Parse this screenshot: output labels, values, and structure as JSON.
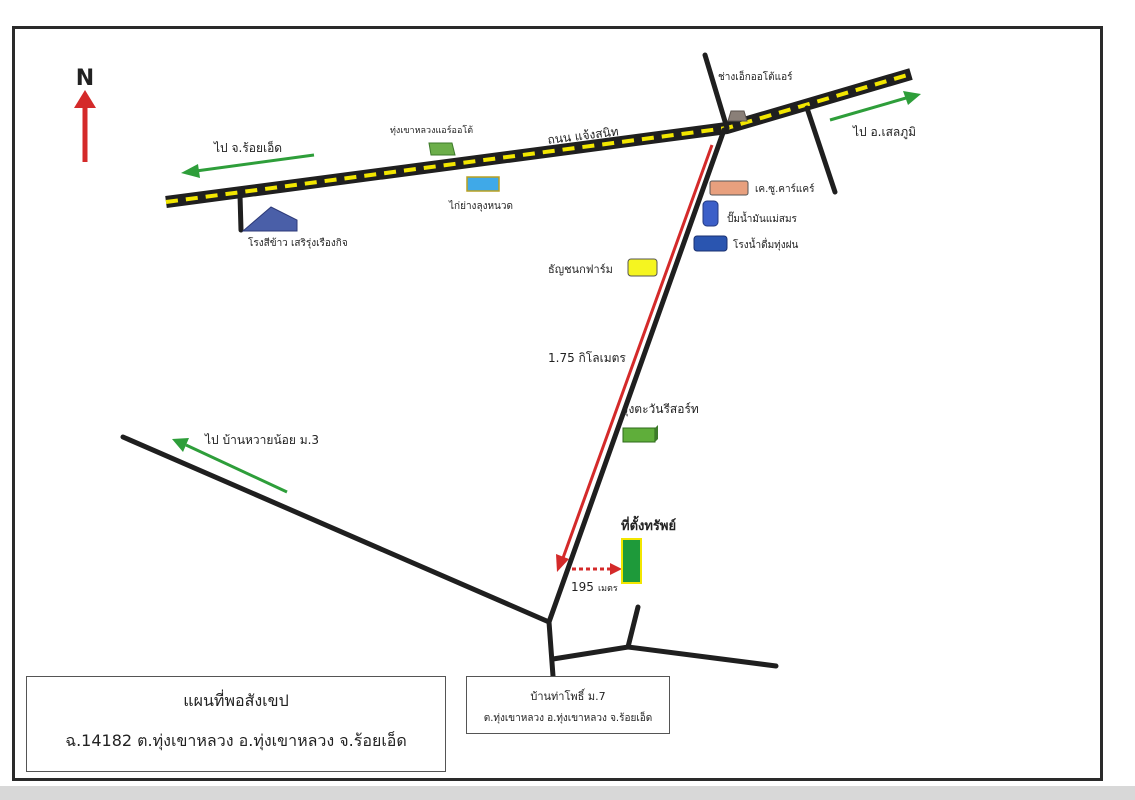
{
  "north": "N",
  "roads": {
    "main_road": "ถนน แจ้งสนิท",
    "to_roiet": "ไป จ.ร้อยเอ็ด",
    "to_selaphum": "ไป อ.เสลภูมิ",
    "to_huaynoi": "ไป บ้านหวายน้อย ม.3"
  },
  "landmarks": {
    "rice_mill": "โรงสีข้าว เสริรุ่งเรืองกิจ",
    "air_shop": "ทุ่งเขาหลวงแอร์ออโต้",
    "grilled_chicken": "ไก่ย่างลุงหนวด",
    "mechanic": "ช่างเอ็กออโต้แอร์",
    "car_care": "เค.ซู.คาร์แคร์",
    "gas_station": "ปั๊มน้ำมันแม่สมร",
    "water_plant": "โรงน้ำดื่มทุ่งฝน",
    "farm": "ธัญชนกฟาร์ม",
    "resort": "รุ่งตะวันรีสอร์ท",
    "property": "ที่ตั้งทรัพย์"
  },
  "distances": {
    "main": "1.75 กิโลเมตร",
    "short_value": "195",
    "short_unit": "เมตร"
  },
  "legend": {
    "title": "แผนที่พอสังเขป",
    "subtitle": "ฉ.14182  ต.ทุ่งเขาหลวง  อ.ทุ่งเขาหลวง  จ.ร้อยเอ็ด"
  },
  "village": {
    "line1": "บ้านท่าโพธิ์ ม.7",
    "line2": "ต.ทุ่งเขาหลวง อ.ทุ่งเขาหลวง จ.ร้อยเอ็ด"
  },
  "colors": {
    "road": "#1f1f1f",
    "road_dash": "#f2e600",
    "arrow_green": "#2e9e3a",
    "arrow_red": "#d42a2a",
    "north_arrow": "#d42a2a",
    "property": "#1e9a3a"
  }
}
